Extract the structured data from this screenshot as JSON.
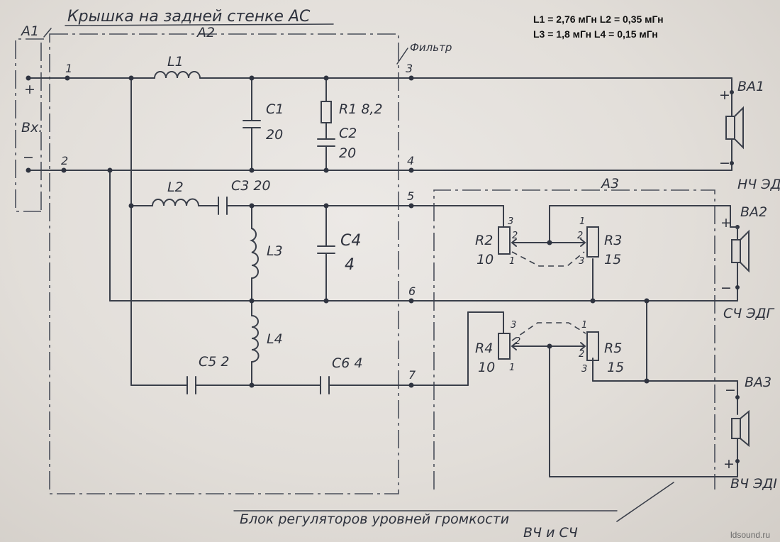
{
  "title": "Крышка на задней стенке АС",
  "blocks": {
    "a1": "А1",
    "a2": "А2",
    "a3": "А3",
    "filter": "Фильтр"
  },
  "input": {
    "label": "Вх.",
    "plus": "+",
    "minus": "−"
  },
  "inductance_notes": {
    "line1": "L1 = 2,76 мГн   L2 = 0,35 мГн",
    "line2": "L3 = 1,8 мГн     L4 = 0,15 мГн"
  },
  "nodes": [
    "1",
    "2",
    "3",
    "4",
    "5",
    "6",
    "7"
  ],
  "components": {
    "L1": "L1",
    "L2": "L2",
    "L3": "L3",
    "L4": "L4",
    "C1": "C1",
    "C1_val": "20",
    "R1": "R1 8,2",
    "C2": "C2",
    "C2_val": "20",
    "C3": "C3 20",
    "C4": "C4",
    "C4_val": "4",
    "C5": "C5 2",
    "C6": "C6 4",
    "R2": "R2",
    "R2_val": "10",
    "R3": "R3",
    "R3_val": "15",
    "R4": "R4",
    "R4_val": "10",
    "R5": "R5",
    "R5_val": "15"
  },
  "speakers": {
    "ba1": "ВА1",
    "ba1_type": "НЧ ЭДГ",
    "ba2": "ВА2",
    "ba2_type": "СЧ ЭДГ",
    "ba3": "ВА3",
    "ba3_type": "ВЧ ЭДI"
  },
  "pot_pins": [
    "1",
    "2",
    "3"
  ],
  "caption": {
    "line1": "Блок регуляторов уровней громкости",
    "line2": "ВЧ и СЧ"
  },
  "watermark": "ldsound.ru"
}
